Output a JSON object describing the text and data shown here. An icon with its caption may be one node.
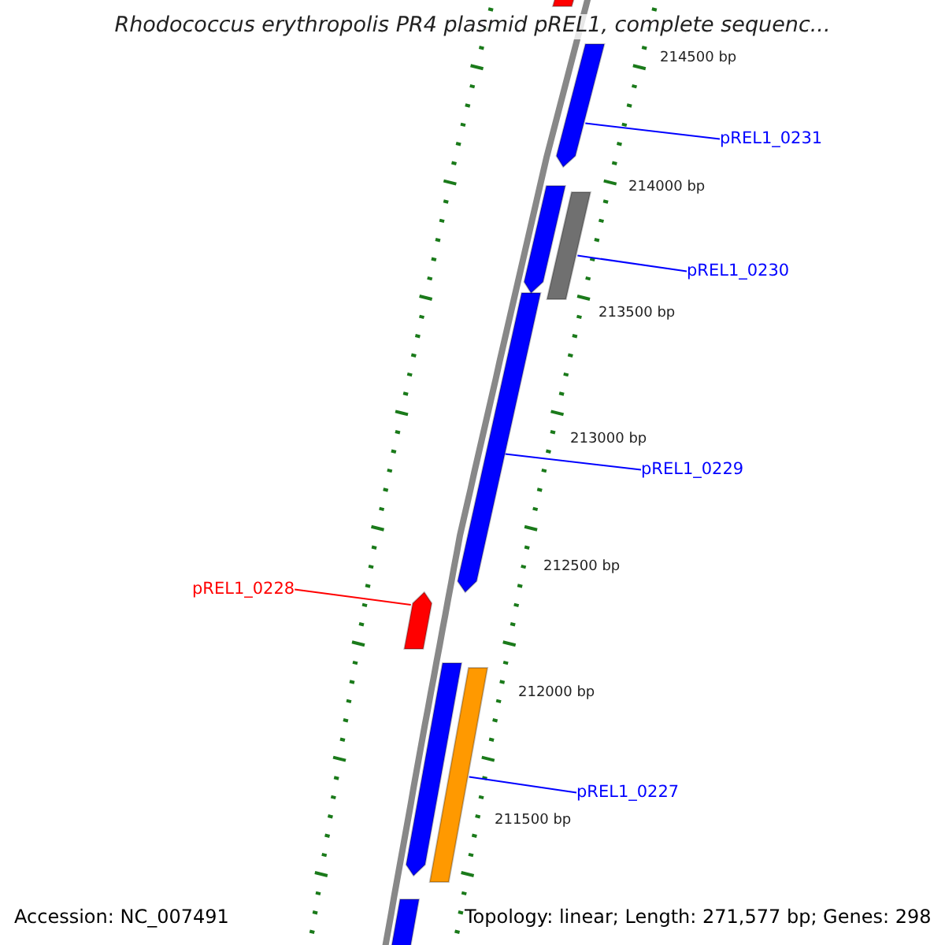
{
  "diagram": {
    "title": "Rhodococcus erythropolis PR4 plasmid pREL1, complete sequenc...",
    "nodes": [
      {
        "text": [
          "pREL1_0231"
        ]
      },
      {
        "text": [],
        "shape": "bar"
      },
      {
        "text": [
          "pREL1_0230"
        ]
      },
      {
        "text": [],
        "shape": "bar"
      },
      {
        "text": [
          "pREL1_0229"
        ]
      },
      {
        "text": [],
        "shape": "bar"
      },
      {
        "text": [
          "pREL1_0228"
        ]
      },
      {
        "text": [],
        "shape": "bar"
      },
      {
        "text": [
          "pREL1_0227"
        ]
      },
      {
        "text": [],
        "shape": "bar"
      },
      {
        "text": [],
        "shape": "bar"
      },
      {
        "text": [],
        "shape": "bar"
      },
      {
        "text": [],
        "shape": "bar"
      },
      {
        "text": [],
        "shape": "bar"
      }
    ],
    "edges": [
      {
        "from": 0,
        "to": 1,
        "arrow": "none"
      },
      {
        "from": 2,
        "to": 3,
        "arrow": "none"
      },
      {
        "from": 4,
        "to": 5,
        "arrow": "none"
      },
      {
        "from": 6,
        "to": 7,
        "arrow": "none",
        "color": "#ff0000"
      },
      {
        "from": 8,
        "to": 9,
        "arrow": "none"
      }
    ],
    "labels": [
      "214500 bp",
      "214000 bp",
      "213500 bp",
      "213000 bp",
      "212500 bp",
      "212000 bp",
      "211500 bp",
      "Accession: NC_007491",
      "Topology: linear; Length: 271,577 bp; Genes: 298"
    ]
  }
}
